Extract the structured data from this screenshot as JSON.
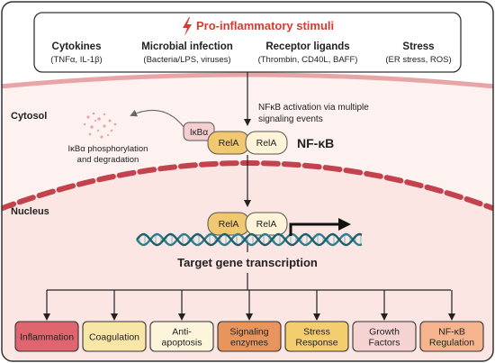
{
  "title": "Pro-inflammatory stimuli",
  "stimuli": [
    {
      "label": "Cytokines",
      "detail": "(TNFα, IL-1β)"
    },
    {
      "label": "Microbial infection",
      "detail": "(Bacteria/LPS, viruses)"
    },
    {
      "label": "Receptor ligands",
      "detail": "(Thrombin, CD40L, BAFF)"
    },
    {
      "label": "Stress",
      "detail": "(ER stress, ROS)"
    }
  ],
  "compartments": {
    "cytosol": "Cytosol",
    "nucleus": "Nucleus"
  },
  "activation_note": [
    "NFκB activation via multiple",
    "signaling events"
  ],
  "ikba": {
    "label": "IκBα",
    "degradation_note": [
      "IκBα phosphorylation",
      "and degradation"
    ]
  },
  "complex": {
    "rela": "RelA",
    "subunit2": "RelA",
    "name": "NF-κB"
  },
  "transcription_label": "Target gene transcription",
  "targets": [
    {
      "lines": [
        "Inflammation"
      ],
      "fill": "#e0656f"
    },
    {
      "lines": [
        "Coagulation"
      ],
      "fill": "#f8e6a6"
    },
    {
      "lines": [
        "Anti-",
        "apoptosis"
      ],
      "fill": "#fdf4dc"
    },
    {
      "lines": [
        "Signaling",
        "enzymes"
      ],
      "fill": "#e7955c"
    },
    {
      "lines": [
        "Stress",
        "Response"
      ],
      "fill": "#f3cd6e"
    },
    {
      "lines": [
        "Growth",
        "Factors"
      ],
      "fill": "#f6d3d3"
    },
    {
      "lines": [
        "NF-κB",
        "Regulation"
      ],
      "fill": "#f5b48e"
    }
  ],
  "colors": {
    "accent": "#d63b2f",
    "cytosol_bg": "#fdf2ef",
    "membrane": "#c2434d",
    "rela_fill": "#f0c870",
    "subunit_fill": "#fff4d8",
    "ikba_fill": "#f5cfd0",
    "dna": "#2e7d8c"
  }
}
